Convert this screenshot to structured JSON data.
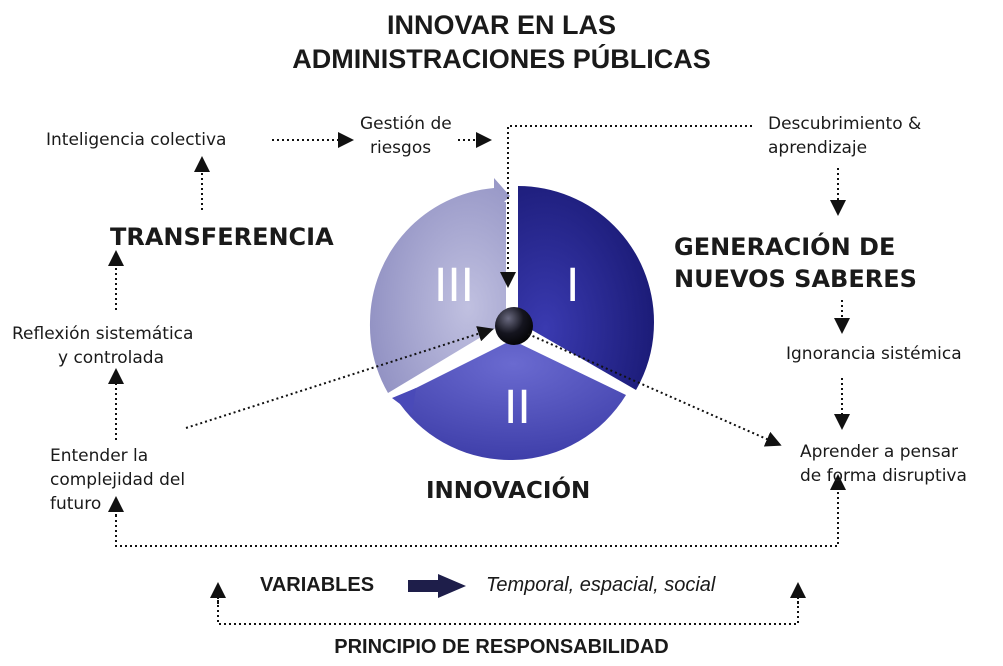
{
  "title": {
    "line1": "INNOVAR EN LAS",
    "line2": "ADMINISTRACIONES PÚBLICAS"
  },
  "labels": {
    "inteligencia": "Inteligencia colectiva",
    "gestion_line1": "Gestión de",
    "gestion_line2": "riesgos",
    "descubrimiento_line1": "Descubrimiento &",
    "descubrimiento_line2": "aprendizaje",
    "transferencia": "TRANSFERENCIA",
    "generacion_line1": "GENERACIÓN DE",
    "generacion_line2": "NUEVOS SABERES",
    "reflexion_line1": "Reflexión sistemática",
    "reflexion_line2": "y controlada",
    "ignorancia": "Ignorancia sistémica",
    "entender_line1": "Entender la",
    "entender_line2": "complejidad del",
    "entender_line3": "futuro",
    "aprender_line1": "Aprender a pensar",
    "aprender_line2": "de forma disruptiva",
    "innovacion": "INNOVACIÓN",
    "variables": "VARIABLES",
    "variables_values": "Temporal, espacial, social",
    "principio": "PRINCIPIO DE RESPONSABILIDAD"
  },
  "segments": {
    "one": "I",
    "two": "II",
    "three": "III"
  },
  "colors": {
    "segment_one": "#23238a",
    "segment_two": "#4a4ab8",
    "segment_three": "#9a9ac8",
    "hub": "#0a0a1a",
    "dotted_line": "#111111"
  }
}
